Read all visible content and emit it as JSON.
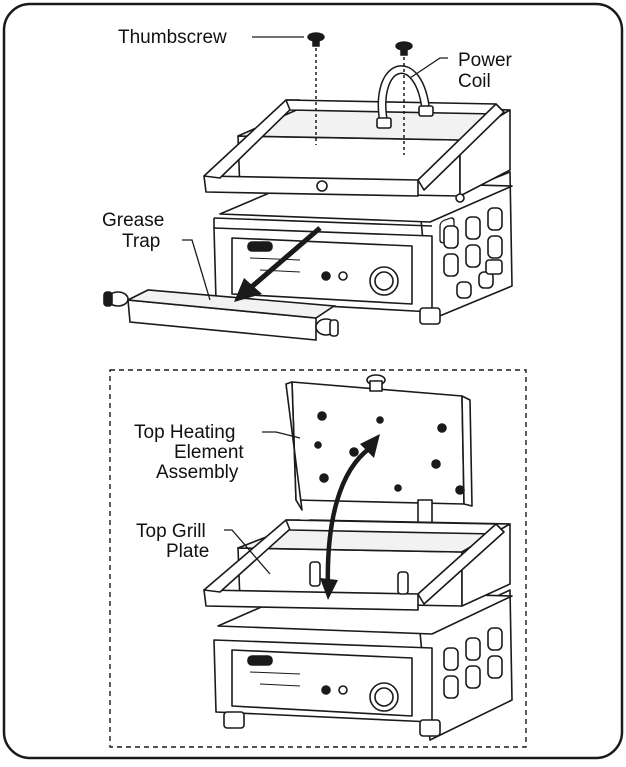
{
  "labels": {
    "thumbscrew": "Thumbscrew",
    "power_coil_1": "Power",
    "power_coil_2": "Coil",
    "grease_trap_1": "Grease",
    "grease_trap_2": "Trap",
    "top_heating_1": "Top Heating",
    "top_heating_2": "Element",
    "top_heating_3": "Assembly",
    "top_grill_1": "Top Grill",
    "top_grill_2": "Plate"
  },
  "colors": {
    "line": "#1a1a1a",
    "panel_fill": "#ffffff",
    "grill_fill": "#f2f2f2",
    "shadow": "#d9d9d9"
  }
}
